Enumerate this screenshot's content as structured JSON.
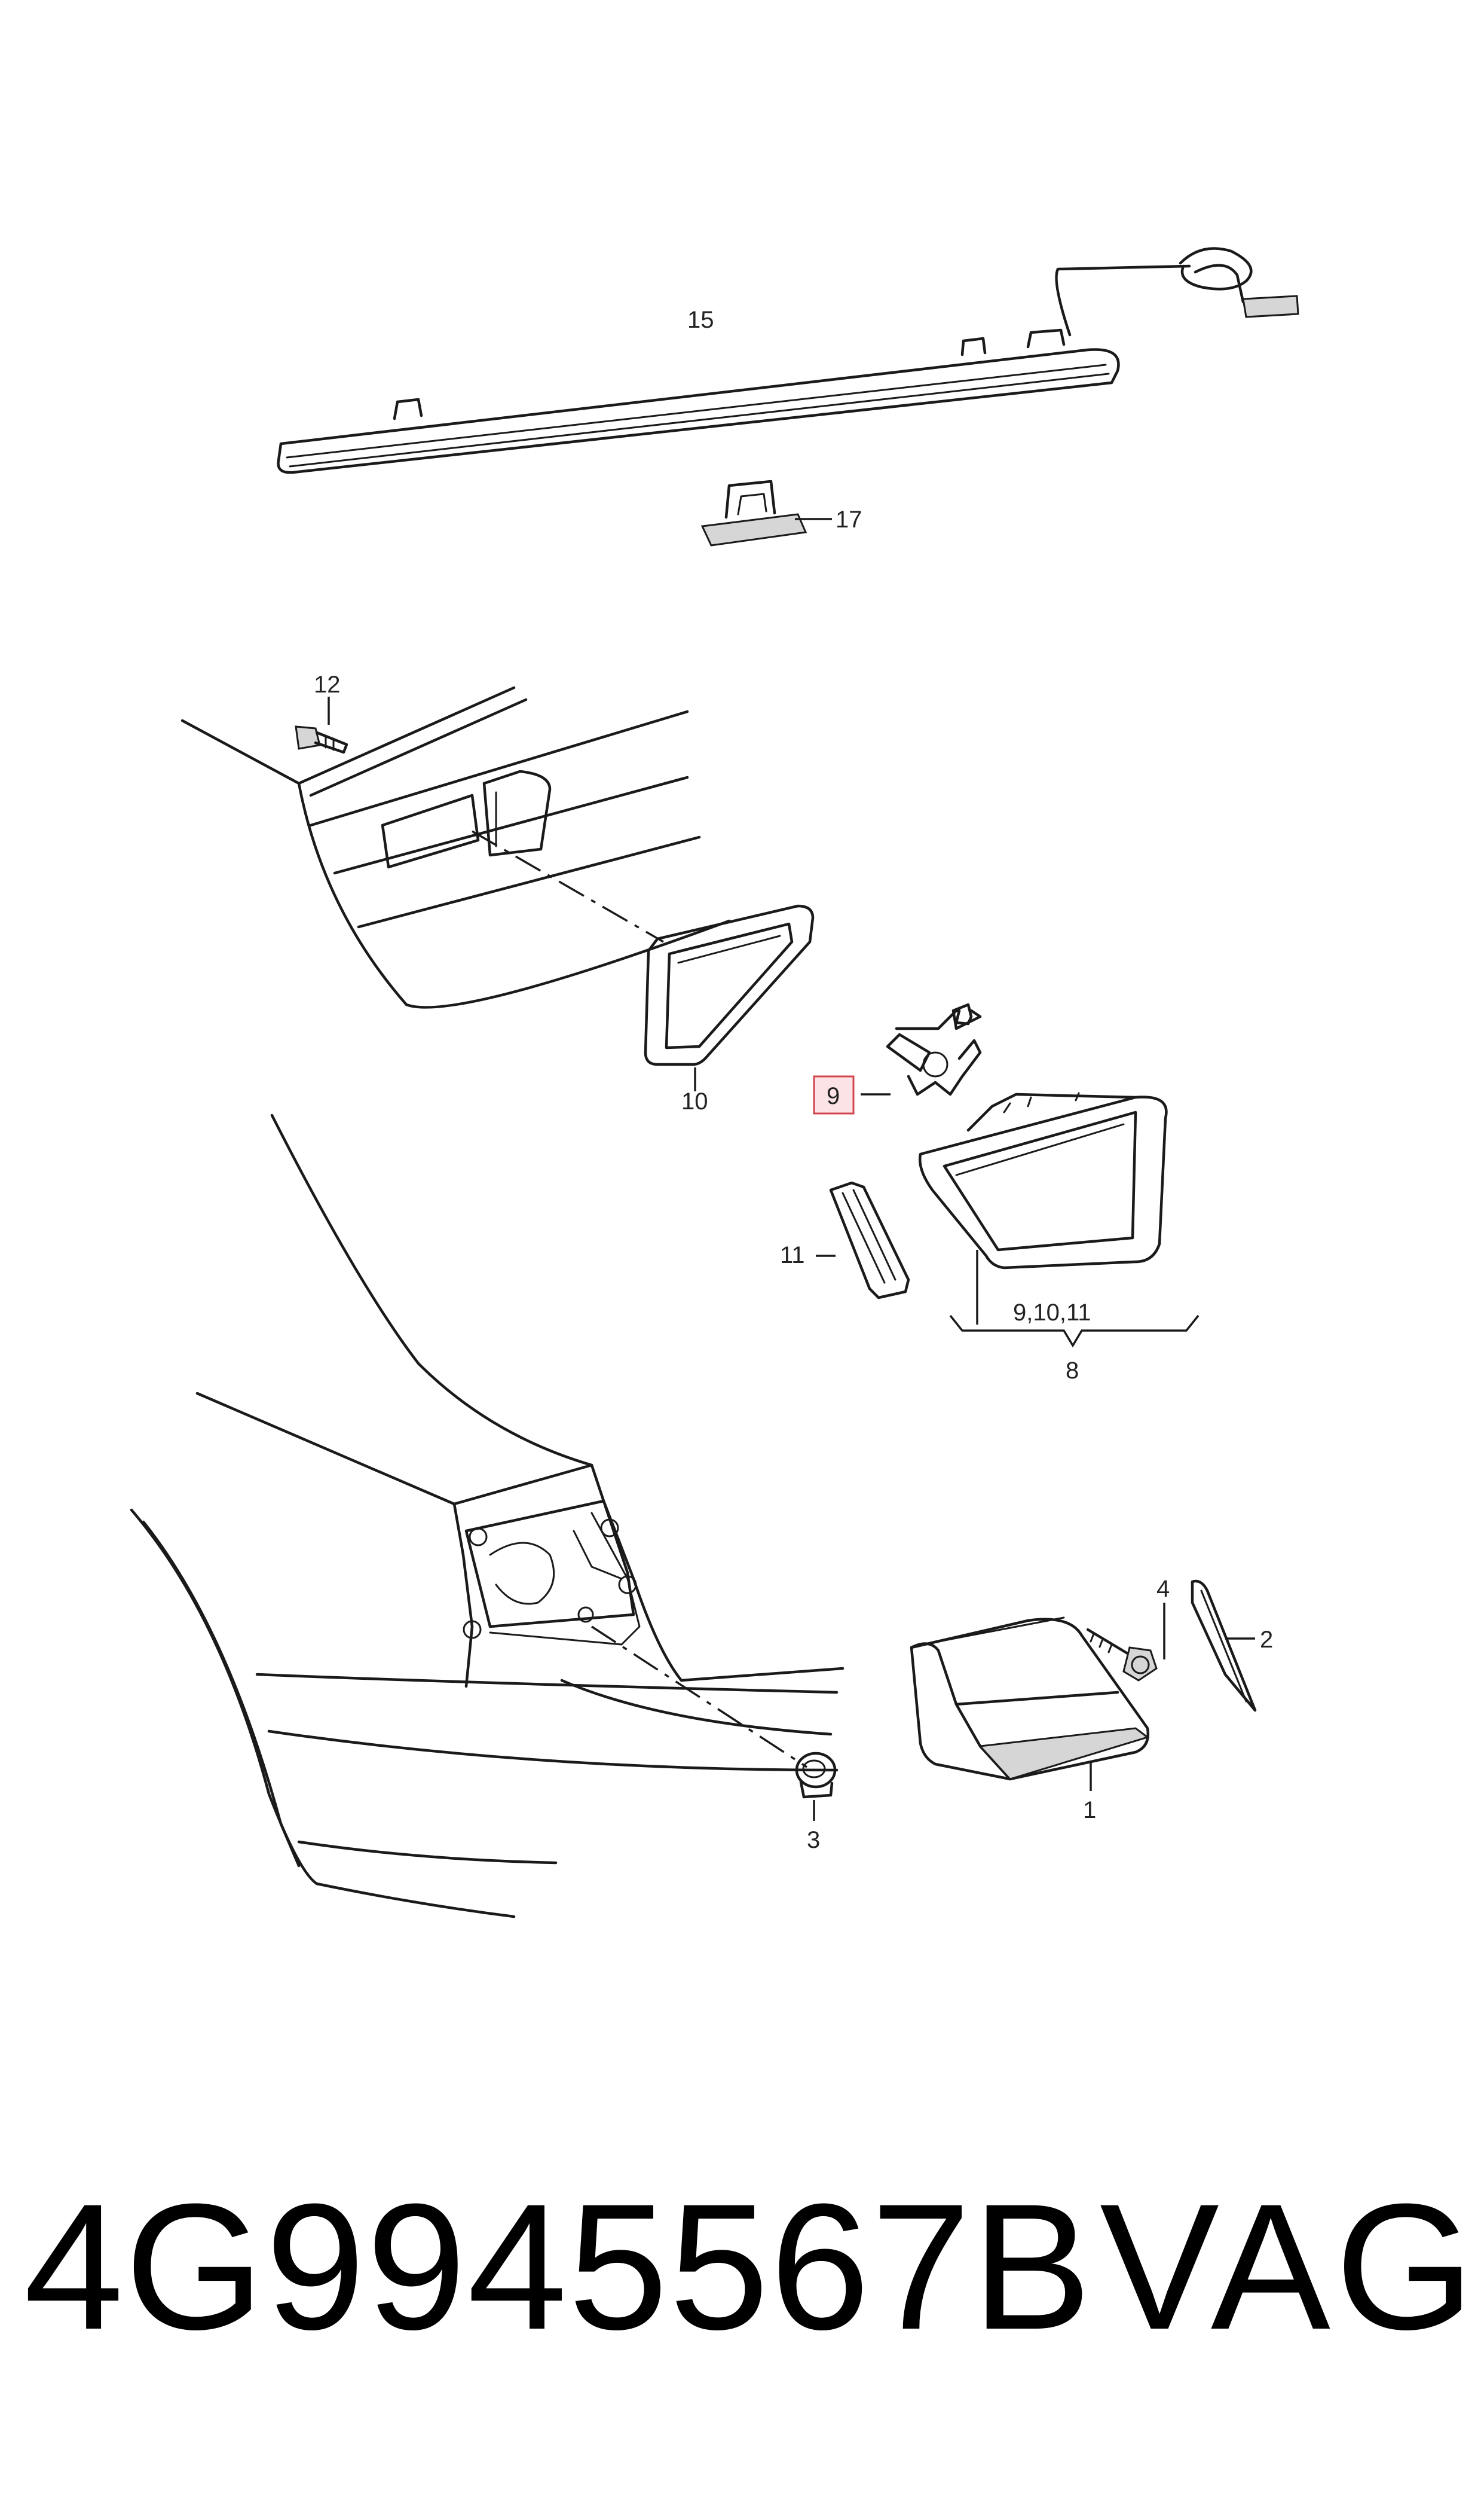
{
  "diagram": {
    "callouts": {
      "c15": "15",
      "c17": "17",
      "c12": "12",
      "c10": "10",
      "c9": "9",
      "c11": "11",
      "c91011": "9,10,11",
      "c8": "8",
      "c4": "4",
      "c2": "2",
      "c1": "1",
      "c3": "3"
    },
    "highlighted_callout": "9",
    "highlight_color": "#d2454f"
  },
  "footer": {
    "part_number": "4G9945567B",
    "brand": "VAG"
  }
}
